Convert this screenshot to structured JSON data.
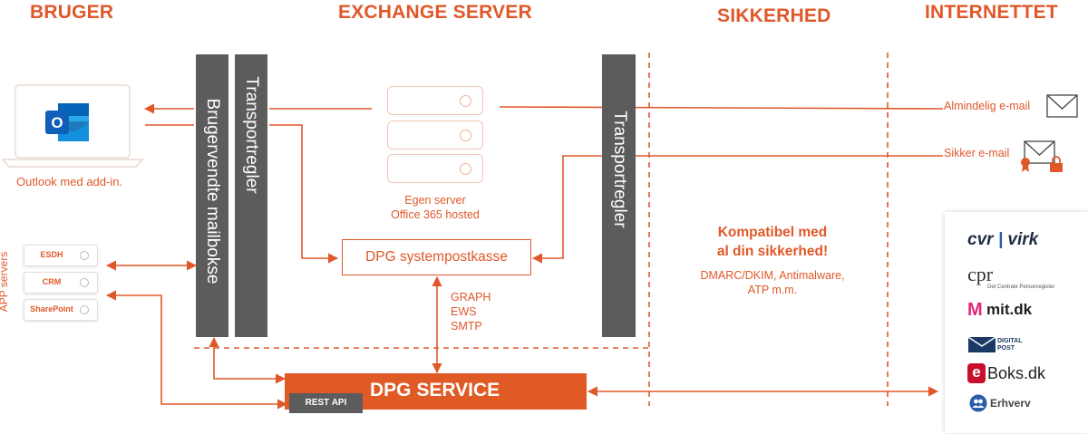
{
  "headers": {
    "user": "BRUGER",
    "exchange": "EXCHANGE SERVER",
    "security": "SIKKERHED",
    "internet": "INTERNETTET"
  },
  "outlook": {
    "label": "Outlook med add-in.",
    "app_letter": "O"
  },
  "app_servers": {
    "group_label": "APP servers",
    "items": [
      "ESDH",
      "CRM",
      "SharePoint"
    ]
  },
  "bars": {
    "mailbox": "Brugervendte mailbokse",
    "transport_left": "Transportregler",
    "transport_right": "Transportregler"
  },
  "server": {
    "line1": "Egen server",
    "line2": "Office 365 hosted"
  },
  "system_mailbox": "DPG systempostkasse",
  "protocols": [
    "GRAPH",
    "EWS",
    "SMTP"
  ],
  "dpg_service": {
    "title": "DPG SERVICE",
    "rest_api": "REST API"
  },
  "security_text": {
    "title_line1": "Kompatibel med",
    "title_line2": "al din sikkerhed!",
    "sub_line1": "DMARC/DKIM, Antimalware,",
    "sub_line2": "ATP m.m."
  },
  "emails": {
    "regular": "Almindelig e-mail",
    "secure": "Sikker e-mail"
  },
  "partners": {
    "cvr_a": "cvr",
    "cvr_sep": "|",
    "cvr_b": "virk",
    "cpr": "cpr",
    "cpr_sub": "Det Centrale Personregister",
    "mitdk_letter": "M",
    "mitdk": "mit.dk",
    "digitalpost_1": "DIGITAL",
    "digitalpost_2": "POST",
    "eboks_letter": "e",
    "eboks": "Boks.dk",
    "erhverv": "Erhverv"
  },
  "colors": {
    "accent": "#e0582a",
    "bar": "#5c5c5c",
    "outlook_blue": "#0f5fb8",
    "mitdk_pink": "#e0267a",
    "eboks_red": "#c8102e",
    "digitalpost_navy": "#1b3966",
    "erhverv_blue": "#2a5caa"
  },
  "icons": [
    "laptop-icon",
    "outlook-icon",
    "server-icon",
    "envelope-icon",
    "secure-envelope-icon",
    "lock-icon",
    "certificate-icon"
  ]
}
